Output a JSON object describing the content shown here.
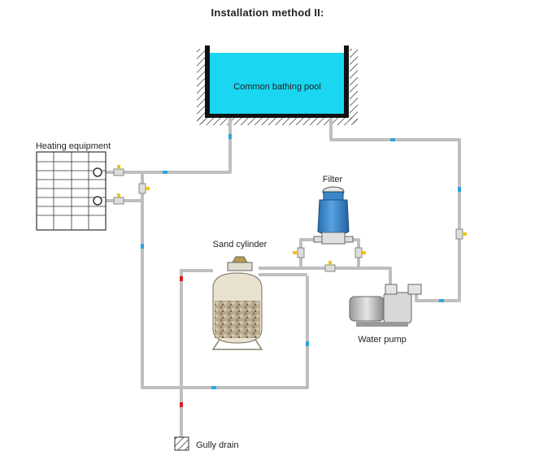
{
  "title": "Installation method II:",
  "labels": {
    "pool": "Common bathing pool",
    "heating": "Heating equipment",
    "filter": "Filter",
    "sand": "Sand cylinder",
    "pump": "Water pump",
    "drain": "Gully drain"
  },
  "colors": {
    "pool_water": "#1ad6f0",
    "pipe": "#bfbfbf",
    "valve_handle": "#f0c419",
    "flow_in": "#2aa6e0",
    "flow_out": "#d62020",
    "filter_body": "#3a86c8"
  }
}
